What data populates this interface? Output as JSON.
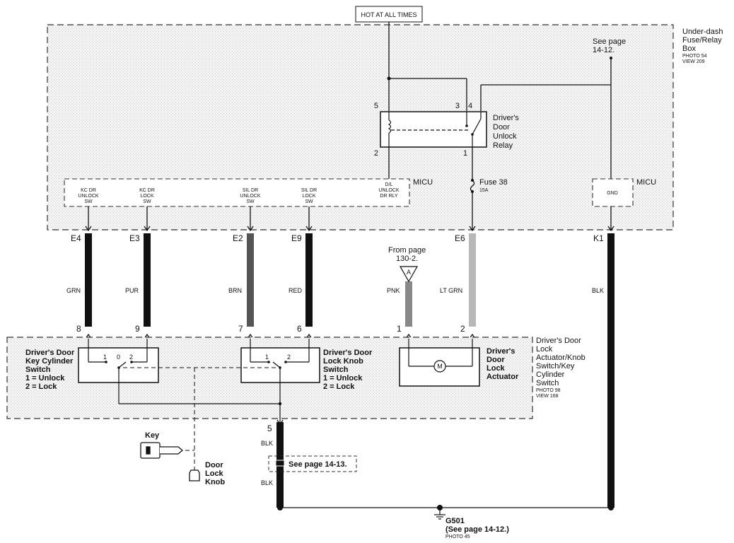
{
  "header": {
    "hot_label": "HOT AT ALL TIMES"
  },
  "fuse_box": {
    "title_1": "Under-dash",
    "title_2": "Fuse/Relay",
    "title_3": "Box",
    "photo": "PHOTO 54",
    "view": "VIEW 209",
    "see_page_1": "See page",
    "see_page_2": "14-12."
  },
  "relay": {
    "name_1": "Driver's",
    "name_2": "Door",
    "name_3": "Unlock",
    "name_4": "Relay",
    "pin5": "5",
    "pin3": "3",
    "pin4": "4",
    "pin2": "2",
    "pin1": "1"
  },
  "fuse": {
    "name": "Fuse 38",
    "rating": "15A"
  },
  "micu_left": {
    "label": "MICU",
    "inputs": [
      {
        "l1": "KC DR",
        "l2": "UNLOCK",
        "l3": "SW"
      },
      {
        "l1": "KC DR",
        "l2": "LOCK",
        "l3": "SW"
      },
      {
        "l1": "SIL DR",
        "l2": "UNLOCK",
        "l3": "SW"
      },
      {
        "l1": "SIL DR",
        "l2": "LOCK",
        "l3": "SW"
      },
      {
        "l1": "D/L",
        "l2": "UNLOCK",
        "l3": "DR RLY"
      }
    ]
  },
  "micu_right": {
    "label": "MICU",
    "gnd": "GND"
  },
  "connectors": {
    "e4": "E4",
    "e3": "E3",
    "e2": "E2",
    "e9": "E9",
    "e6": "E6",
    "k1": "K1"
  },
  "wires": {
    "grn": "GRN",
    "pur": "PUR",
    "brn": "BRN",
    "red": "RED",
    "pnk": "PNK",
    "ltgrn": "LT GRN",
    "blk": "BLK",
    "blk_lower_1": "BLK",
    "blk_lower_2": "BLK"
  },
  "from_page": {
    "l1": "From page",
    "l2": "130-2.",
    "marker": "A"
  },
  "pins_lower": {
    "p8": "8",
    "p9": "9",
    "p7": "7",
    "p6": "6",
    "p1": "1",
    "p2": "2",
    "p5": "5"
  },
  "key_cyl_switch": {
    "l1": "Driver's Door",
    "l2": "Key Cylinder",
    "l3": "Switch",
    "l4": "1 = Unlock",
    "l5": "2 = Lock",
    "c1": "1",
    "c0": "0",
    "c2": "2"
  },
  "knob_switch": {
    "l1": "Driver's Door",
    "l2": "Lock Knob",
    "l3": "Switch",
    "l4": "1 = Unlock",
    "l5": "2 = Lock",
    "c1": "1",
    "c2": "2"
  },
  "actuator": {
    "l1": "Driver's",
    "l2": "Door",
    "l3": "Lock",
    "l4": "Actuator",
    "motor": "M"
  },
  "assembly": {
    "l1": "Driver's Door",
    "l2": "Lock",
    "l3": "Actuator/Knob",
    "l4": "Switch/Key",
    "l5": "Cylinder",
    "l6": "Switch",
    "photo": "PHOTO 98",
    "view": "VIEW 168"
  },
  "key": {
    "label": "Key"
  },
  "knob": {
    "l1": "Door",
    "l2": "Lock",
    "l3": "Knob"
  },
  "splice": {
    "label": "See page 14-13."
  },
  "ground": {
    "name": "G501",
    "see": "(See page 14-12.)",
    "photo": "PHOTO 45"
  }
}
